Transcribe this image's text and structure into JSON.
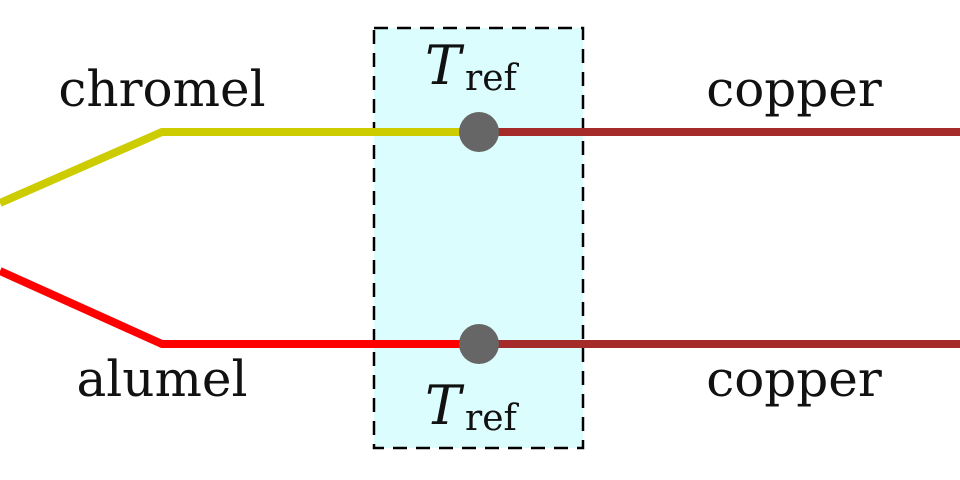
{
  "labels": {
    "wire_top_left": "chromel",
    "wire_bottom_left": "alumel",
    "wire_top_right": "copper",
    "wire_bottom_right": "copper"
  },
  "reference_junction": {
    "symbol": "T",
    "subscript": "ref"
  },
  "colors": {
    "chromel_wire": "#cccc00",
    "alumel_wire": "#ff0000",
    "copper_wire": "#a52a2a",
    "junction_dot": "#666666",
    "reference_box_fill": "#dcfdfd",
    "reference_box_border": "#000000"
  }
}
